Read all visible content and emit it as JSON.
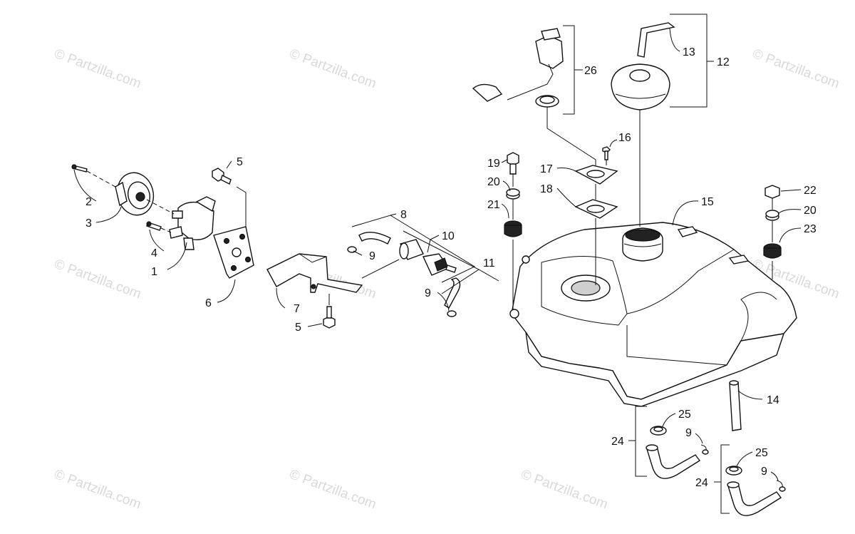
{
  "watermark": {
    "text": "© Partzilla.com"
  },
  "callouts": {
    "c1": "1",
    "c2": "2",
    "c3": "3",
    "c4": "4",
    "c5a": "5",
    "c5b": "5",
    "c6": "6",
    "c7": "7",
    "c8": "8",
    "c9a": "9",
    "c9b": "9",
    "c9c": "9",
    "c9d": "9",
    "c10": "10",
    "c11": "11",
    "c12": "12",
    "c13": "13",
    "c14": "14",
    "c15": "15",
    "c16": "16",
    "c17": "17",
    "c18": "18",
    "c19": "19",
    "c20a": "20",
    "c20b": "20",
    "c21": "21",
    "c22": "22",
    "c23": "23",
    "c24a": "24",
    "c24b": "24",
    "c25a": "25",
    "c25b": "25",
    "c26": "26"
  }
}
